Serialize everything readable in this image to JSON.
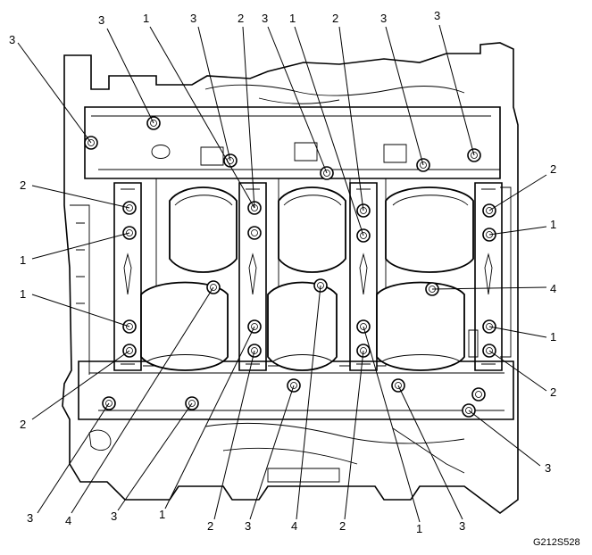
{
  "figure_code": "G212S528",
  "callouts": [
    {
      "text": "3"
    },
    {
      "text": "3"
    },
    {
      "text": "1"
    },
    {
      "text": "3"
    },
    {
      "text": "2"
    },
    {
      "text": "3"
    },
    {
      "text": "1"
    },
    {
      "text": "2"
    },
    {
      "text": "3"
    },
    {
      "text": "3"
    },
    {
      "text": "2"
    },
    {
      "text": "1"
    },
    {
      "text": "1"
    },
    {
      "text": "2"
    },
    {
      "text": "2"
    },
    {
      "text": "1"
    },
    {
      "text": "4"
    },
    {
      "text": "1"
    },
    {
      "text": "2"
    },
    {
      "text": "3"
    },
    {
      "text": "4"
    },
    {
      "text": "3"
    },
    {
      "text": "1"
    },
    {
      "text": "2"
    },
    {
      "text": "3"
    },
    {
      "text": "4"
    },
    {
      "text": "2"
    },
    {
      "text": "1"
    },
    {
      "text": "3"
    },
    {
      "text": "3"
    }
  ]
}
